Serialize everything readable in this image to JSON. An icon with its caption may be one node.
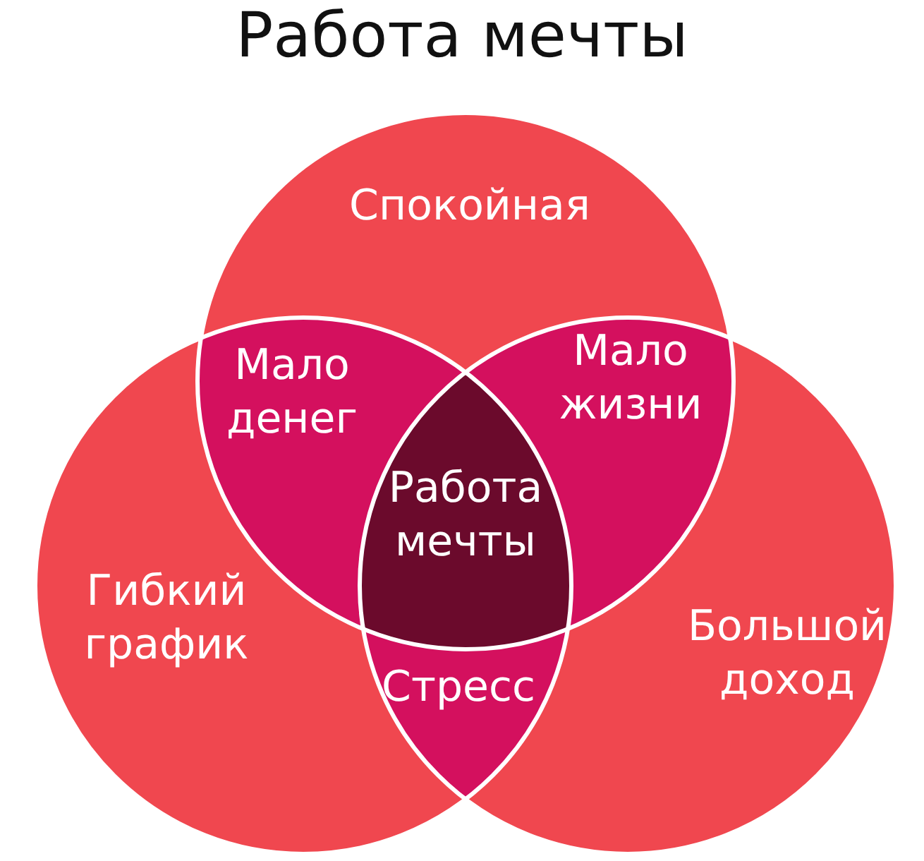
{
  "diagram": {
    "title": "Работа мечты",
    "nodes": [
      {
        "text": [
          "Спокойная"
        ]
      },
      {
        "text": [
          "Гибкий график"
        ]
      },
      {
        "text": [
          "Большой доход"
        ]
      }
    ],
    "labels": [
      "Мало денег",
      "Мало жизни",
      "Работа мечты",
      "Стресс"
    ]
  }
}
